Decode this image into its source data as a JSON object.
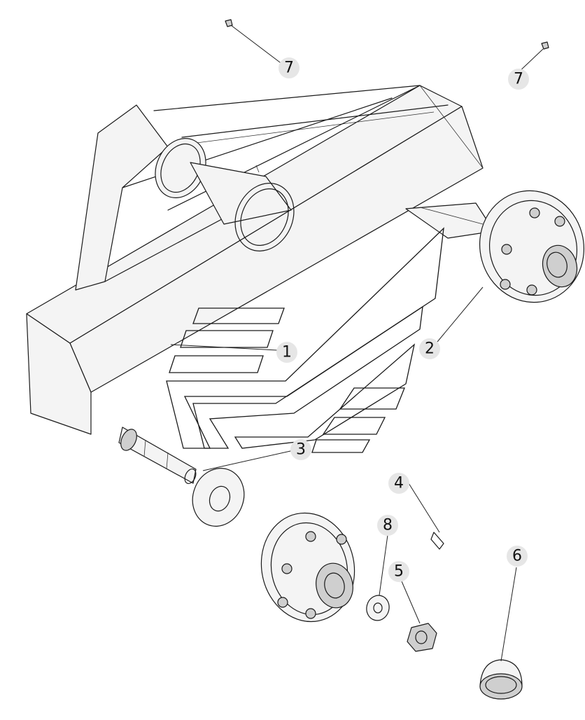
{
  "callouts": [
    {
      "id": "c7a",
      "label": "7"
    },
    {
      "id": "c7b",
      "label": "7"
    },
    {
      "id": "c1",
      "label": "1"
    },
    {
      "id": "c2",
      "label": "2"
    },
    {
      "id": "c3",
      "label": "3"
    },
    {
      "id": "c4",
      "label": "4"
    },
    {
      "id": "c8",
      "label": "8"
    },
    {
      "id": "c5",
      "label": "5"
    },
    {
      "id": "c6",
      "label": "6"
    }
  ]
}
